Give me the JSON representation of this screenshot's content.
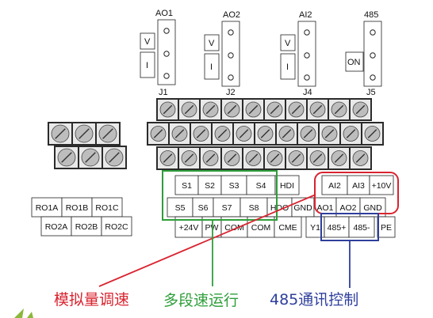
{
  "jumpers": [
    {
      "title": "AO1",
      "name": "J1",
      "opt1": "V",
      "opt2": "I"
    },
    {
      "title": "AO2",
      "name": "J2",
      "opt1": "V",
      "opt2": "I"
    },
    {
      "title": "AI2",
      "name": "J4",
      "opt1": "V",
      "opt2": "I"
    },
    {
      "title": "485",
      "name": "J5",
      "opt1": "",
      "opt2": "ON"
    }
  ],
  "terminals": {
    "row1": [
      "S1",
      "S2",
      "S3",
      "S4",
      "HDI",
      "AI2",
      "AI3",
      "+10V"
    ],
    "row2": [
      "S5",
      "S6",
      "S7",
      "S8",
      "HDO",
      "GND",
      "AO1",
      "AO2",
      "GND"
    ],
    "row3": [
      "+24V",
      "PW",
      "COM",
      "COM",
      "CME",
      "Y1",
      "485+",
      "485-",
      "PE"
    ],
    "relay_row1": [
      "RO1A",
      "RO1B",
      "RO1C"
    ],
    "relay_row2": [
      "RO2A",
      "RO2B",
      "RO2C"
    ]
  },
  "captions": {
    "analog": "模拟量调速",
    "multispeed": "多段速运行",
    "rs485": "485通讯控制"
  },
  "colors": {
    "analog": "#d9232f",
    "multispeed": "#2f9e3a",
    "rs485": "#2e3f9c"
  }
}
